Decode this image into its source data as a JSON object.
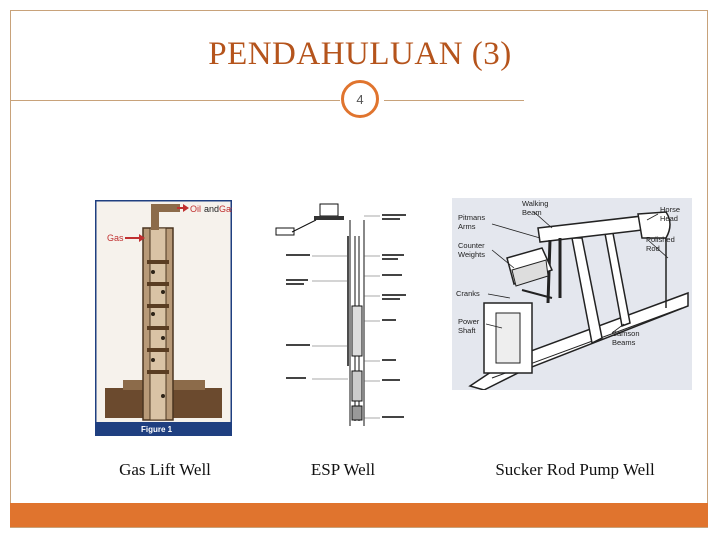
{
  "slide": {
    "title": "PENDAHULUAN (3)",
    "page_number": "4",
    "accent_color": "#e0742e"
  },
  "figures": {
    "gas_lift": {
      "oil_gas_label_oil": "Oil",
      "oil_gas_label_and": "and",
      "oil_gas_label_gas": "Gas",
      "gas_label": "Gas",
      "figure_label": "Figure 1",
      "caption": "Gas Lift Well"
    },
    "esp": {
      "caption": "ESP Well"
    },
    "sucker_rod": {
      "labels": {
        "walking_beam": "Walking\nBeam",
        "horse_head": "Horse\nHead",
        "pitmans_arms": "Pitmans\nArms",
        "counter_weights": "Counter\nWeights",
        "polished_rod": "Polished\nRod",
        "cranks": "Cranks",
        "power_shaft": "Power\nShaft",
        "samson_beams": "Samson\nBeams"
      },
      "caption": "Sucker Rod Pump Well"
    }
  }
}
